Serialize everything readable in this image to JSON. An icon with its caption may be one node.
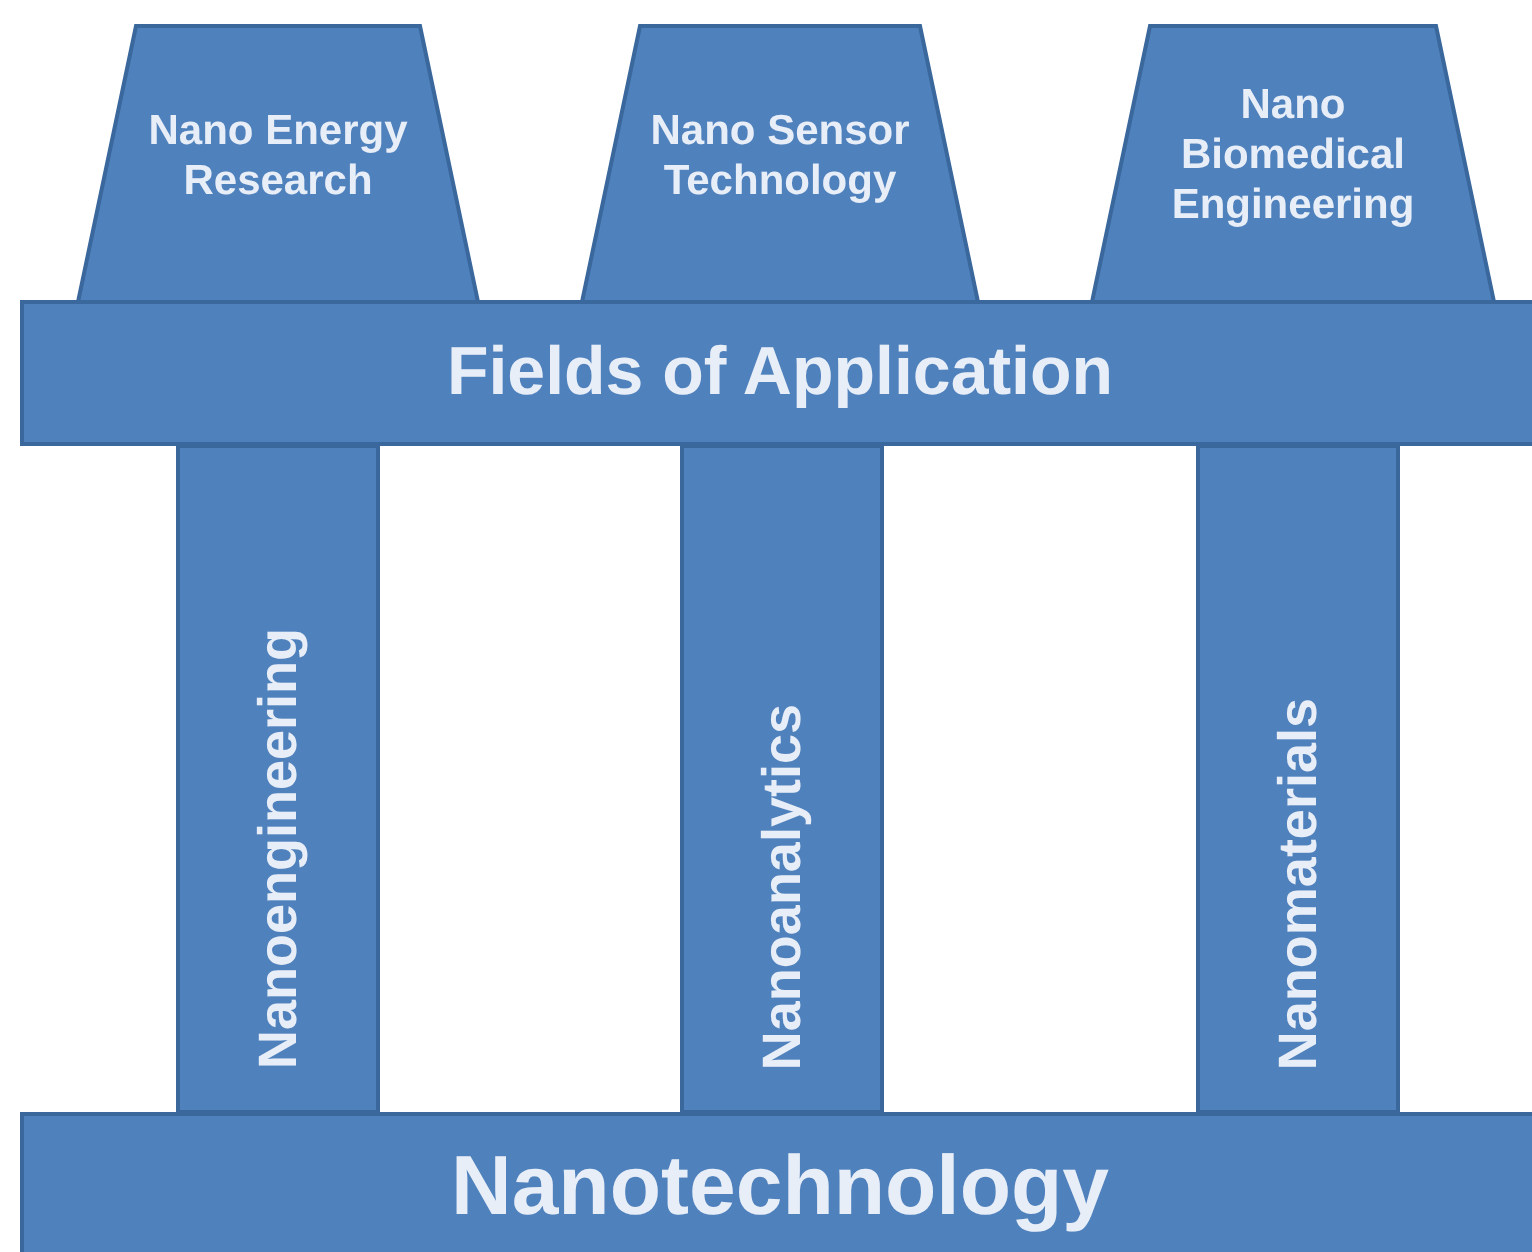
{
  "diagram": {
    "nodes": [
      {
        "text": [
          "Nano Energy Research"
        ]
      },
      {
        "text": [
          "Nano Sensor Technology"
        ]
      },
      {
        "text": [
          "Nano Biomedical Engineering"
        ]
      },
      {
        "text": [
          "Fields of Application"
        ]
      },
      {
        "text": [
          "Nanoengineering"
        ]
      },
      {
        "text": [
          "Nanoanalytics"
        ]
      },
      {
        "text": [
          "Nanomaterials"
        ]
      },
      {
        "text": [
          "Nanotechnology"
        ]
      }
    ]
  }
}
